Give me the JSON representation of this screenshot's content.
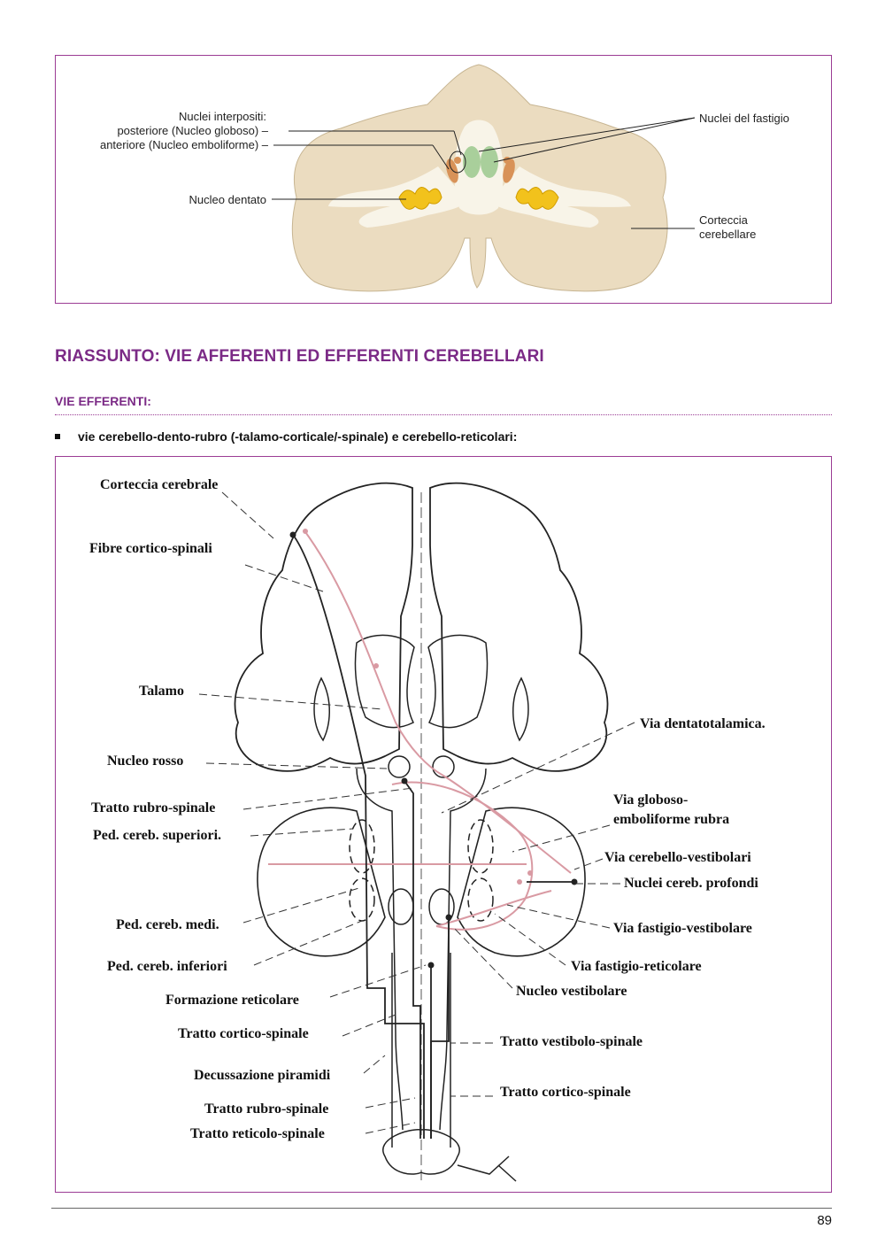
{
  "figure1": {
    "labels": {
      "nuclei_interpositi": "Nuclei interpositi:",
      "posteriore": "posteriore (Nucleo globoso) –",
      "anteriore": "anteriore (Nucleo emboliforme) –",
      "nucleo_dentato": "Nucleo dentato",
      "nuclei_fastigio": "Nuclei del fastigio",
      "corteccia_1": "Corteccia",
      "corteccia_2": "cerebellare"
    },
    "colors": {
      "cortex": "#ebdcc0",
      "white_matter": "#f8f4e8",
      "dentate": "#f2c21c",
      "fastigial": "#a9cf9b",
      "interposed": "#d89258"
    }
  },
  "section": {
    "title": "RIASSUNTO: VIE AFFERENTI ED EFFERENTI CEREBELLARI",
    "subtitle": "VIE EFFERENTI:",
    "bullet": "vie cerebello-dento-rubro (-talamo-corticale/-spinale) e cerebello-reticolari:"
  },
  "figure2": {
    "left_labels": {
      "corteccia_cerebrale": "Corteccia cerebrale",
      "fibre_cortico_spinali": "Fibre cortico-spinali",
      "talamo": "Talamo",
      "nucleo_rosso": "Nucleo rosso",
      "tratto_rubro_spinale_1": "Tratto rubro-spinale",
      "ped_cereb_superiori": "Ped. cereb. superiori.",
      "ped_cereb_medi": "Ped. cereb. medi.",
      "ped_cereb_inferiori": "Ped. cereb. inferiori",
      "formazione_reticolare": "Formazione reticolare",
      "tratto_cortico_spinale_1": "Tratto cortico-spinale",
      "decussazione_piramidi": "Decussazione piramidi",
      "tratto_rubro_spinale_2": "Tratto rubro-spinale",
      "tratto_reticolo_spinale": "Tratto reticolo-spinale"
    },
    "right_labels": {
      "via_dentatotalamica": "Via dentatotalamica.",
      "via_globoso_1": "Via globoso-",
      "via_globoso_2": "emboliforme rubra",
      "via_cerebello_vestibolari": "Via cerebello-vestibolari",
      "nuclei_cereb_profondi": "Nuclei cereb. profondi",
      "via_fastigio_vestibolare": "Via fastigio-vestibolare",
      "via_fastigio_reticolare": "Via fastigio-reticolare",
      "nucleo_vestibolare": "Nucleo vestibolare",
      "tratto_vestibolo_spinale": "Tratto vestibolo-spinale",
      "tratto_cortico_spinale_2": "Tratto cortico-spinale"
    },
    "colors": {
      "pathway": "#d99aa3",
      "outline": "#222222"
    }
  },
  "footer": {
    "page_number": "89"
  },
  "colors": {
    "accent": "#7b2a86",
    "border": "#9b3c94"
  }
}
